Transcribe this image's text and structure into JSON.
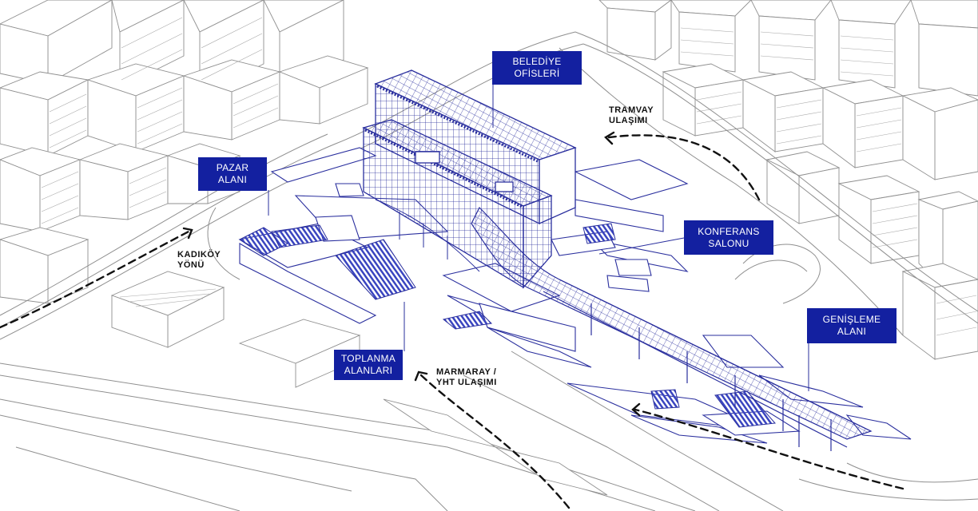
{
  "labels": {
    "belediye": {
      "line1": "BELEDİYE",
      "line2": "OFİSLERİ"
    },
    "pazar": {
      "line1": "PAZAR",
      "line2": "ALANI"
    },
    "konferans": {
      "line1": "KONFERANS",
      "line2": "SALONU"
    },
    "genisleme": {
      "line1": "GENİŞLEME",
      "line2": "ALANI"
    },
    "toplanma": {
      "line1": "TOPLANMA",
      "line2": "ALANLARI"
    }
  },
  "transport": {
    "tramvay": {
      "line1": "TRAMVAY",
      "line2": "ULAŞIMI"
    },
    "kadikoy": {
      "line1": "KADIKÖY",
      "line2": "YÖNÜ"
    },
    "marmaray": {
      "line1": "MARMARAY /",
      "line2": "YHT ULAŞIMI"
    }
  },
  "colors": {
    "accent": "#1320a0",
    "line": "#2a2f9e",
    "context": "#9a9a9a"
  }
}
